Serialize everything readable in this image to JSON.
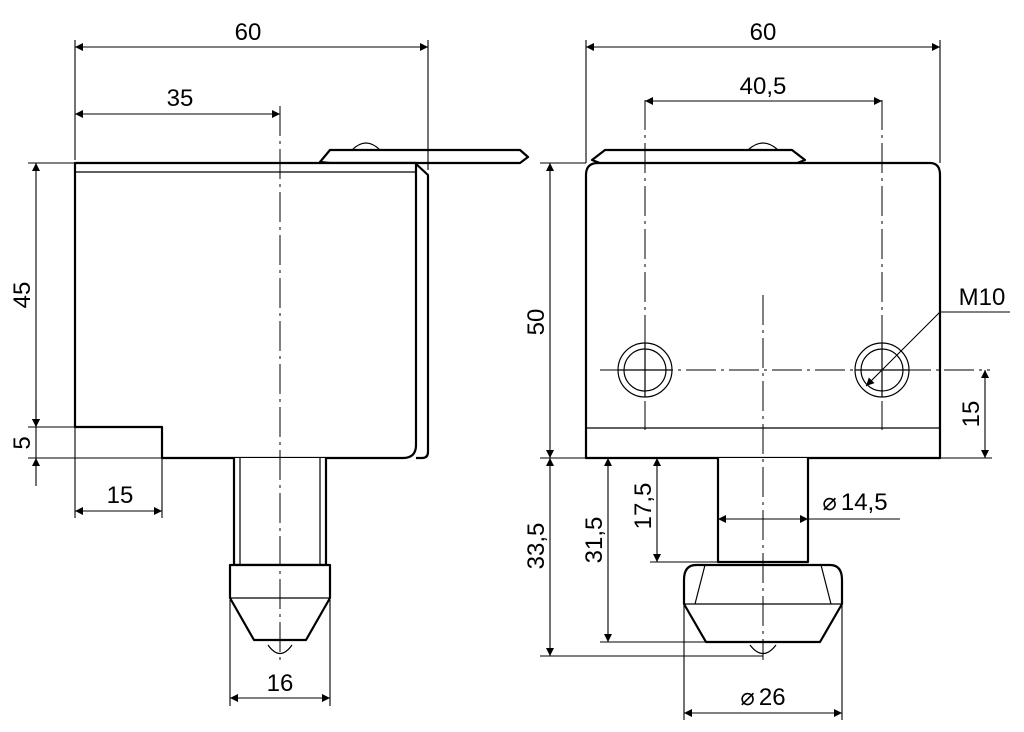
{
  "side_view": {
    "width_total": "60",
    "width_to_axis": "35",
    "height_body": "45",
    "height_step": "5",
    "step_width": "15",
    "plunger_width": "16"
  },
  "front_view": {
    "width_total": "60",
    "hole_spacing": "40,5",
    "height_body": "50",
    "thread": "M10",
    "hole_height": "15",
    "plunger_length_inner": "17,5",
    "plunger_length_mid": "31,5",
    "plunger_length_outer": "33,5",
    "plunger_diameter": "14,5",
    "head_diameter": "26"
  },
  "symbols": {
    "diameter": "⌀"
  }
}
